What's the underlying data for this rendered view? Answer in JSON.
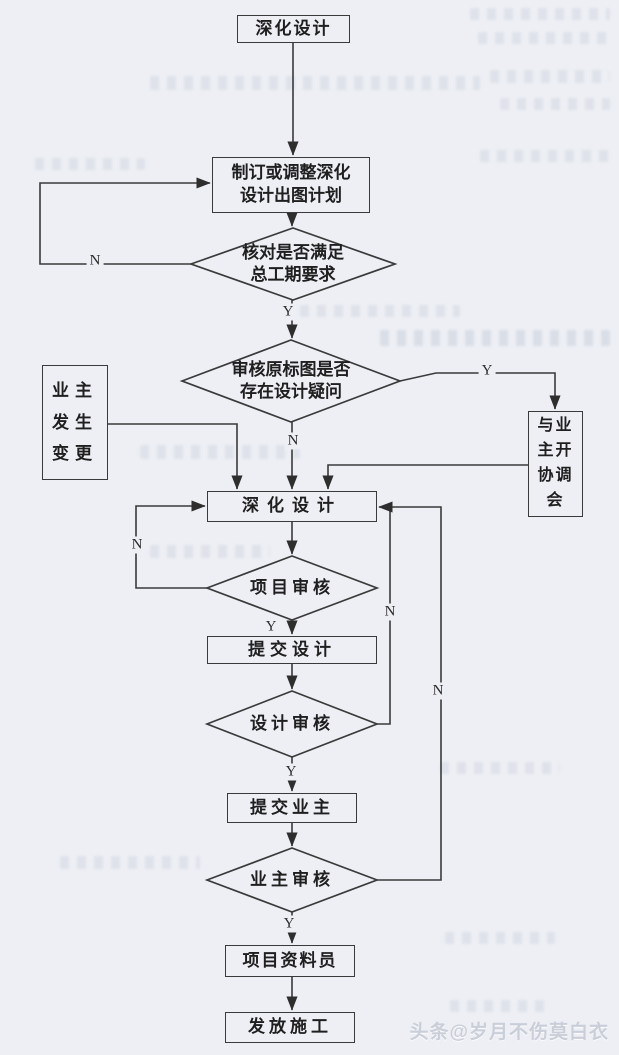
{
  "page": {
    "watermark": "头条@岁月不伤莫白衣",
    "background_color": "#edeff5",
    "line_color": "#3a3a3a"
  },
  "flowchart": {
    "nodes": {
      "start": {
        "label": "深化设计"
      },
      "plan": {
        "lines": [
          "制订或调整深化",
          "设计出图计划"
        ]
      },
      "check_schedule": {
        "lines": [
          "核对是否满足",
          "总工期要求"
        ]
      },
      "review_original": {
        "lines": [
          "审核原标图是否",
          "存在设计疑问"
        ]
      },
      "owner_change": {
        "lines": [
          "业主",
          "发生",
          "变更"
        ]
      },
      "coord_meeting": {
        "lines": [
          "与业",
          "主开",
          "协调",
          "会"
        ]
      },
      "deepen_design": {
        "label": "深化设计"
      },
      "project_review": {
        "label": "项目审核"
      },
      "submit_design": {
        "label": "提交设计"
      },
      "design_review": {
        "label": "设计审核"
      },
      "submit_owner": {
        "label": "提交业主"
      },
      "owner_review": {
        "label": "业主审核"
      },
      "archivist": {
        "label": "项目资料员"
      },
      "issue": {
        "label": "发放施工"
      }
    },
    "labels": {
      "check_schedule_no": "N",
      "check_schedule_yes": "Y",
      "review_original_yes": "Y",
      "review_original_no": "N",
      "project_review_no": "N",
      "project_review_yes": "Y",
      "design_review_no": "N",
      "design_review_yes": "Y",
      "owner_review_no": "N",
      "owner_review_yes": "Y"
    }
  }
}
